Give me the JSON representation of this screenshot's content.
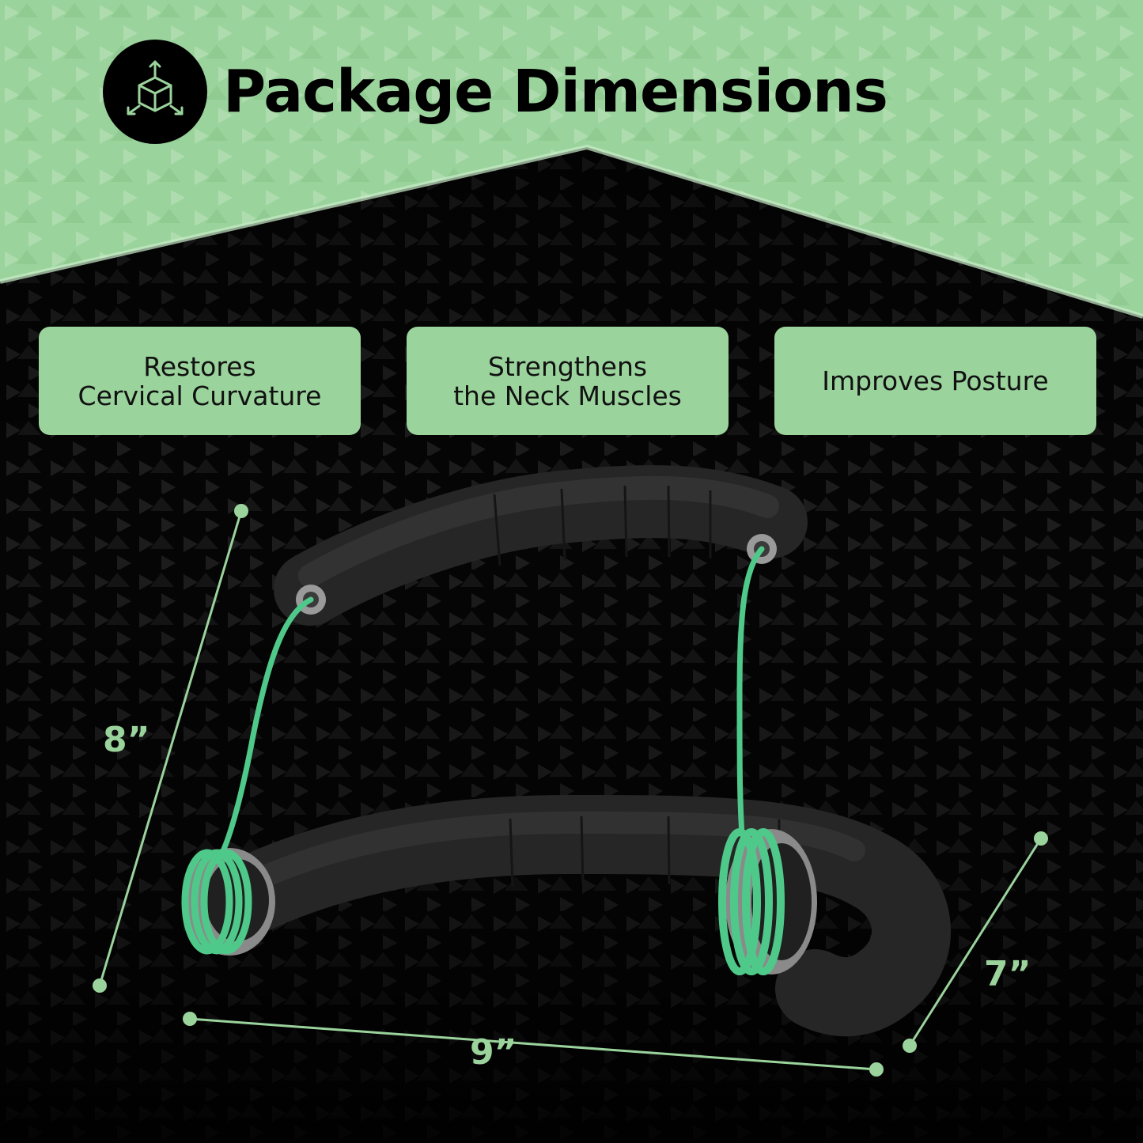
{
  "header": {
    "title": "Package Dimensions",
    "icon": "package-box-icon"
  },
  "features": [
    {
      "label": "Restores\nCervical Curvature"
    },
    {
      "label": "Strengthens\nthe Neck Muscles"
    },
    {
      "label": "Improves Posture"
    }
  ],
  "dimensions": {
    "height": "8”",
    "depth": "7”",
    "width": "9”"
  },
  "colors": {
    "accent_green": "#9ad39c",
    "band_green": "#4fc98a",
    "background": "#000000",
    "product_foam": "#2a2a2a"
  }
}
